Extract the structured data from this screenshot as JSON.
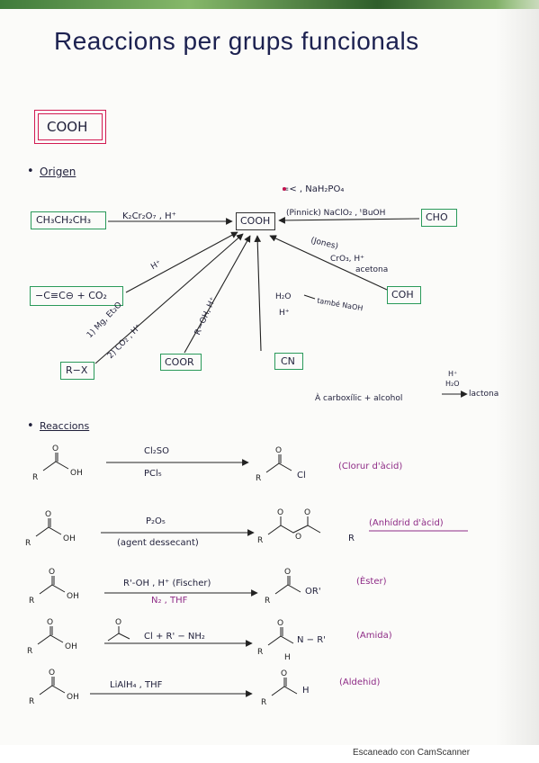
{
  "title": "Reaccions per grups funcionals",
  "group_label": "COOH",
  "origin": {
    "heading": "Origen",
    "product": "COOH",
    "sources": {
      "alkane": "CH₃CH₂CH₃",
      "alkane_reagent": "K₂Cr₂O₇ ,  H⁺",
      "aldehyde": "CHO",
      "aldehyde_top": "=<  ,  NaH₂PO₄",
      "aldehyde_reagent": "(Pinnick) NaClO₂ , ᵗBuOH",
      "alcohol": "COH",
      "alcohol_note": "(Jones)",
      "alcohol_reagent_1": "CrO₃, H⁺",
      "alcohol_reagent_2": "acetona",
      "acetylide": "−C≡C⊖ + CO₂",
      "acetylide_reagent": "H⁺",
      "halide": "R−X",
      "halide_reagent_1": "1) Mg, Et₂O",
      "halide_reagent_2": "2) CO₂ , H⁺",
      "ester": "COOR",
      "ester_reagent": "R−OH, H⁺",
      "nitrile": "CN",
      "nitrile_reagent_1": "H₂O",
      "nitrile_reagent_2": "H⁺",
      "nitrile_note": "també NaOH"
    },
    "lactone": {
      "left": "À carboxílic + alcohol",
      "top1": "H⁺",
      "top2": "H₂O",
      "right": "lactona"
    }
  },
  "reactions": {
    "heading": "Reaccions",
    "items": [
      {
        "above": "Cl₂SO",
        "below": "PCl₅",
        "product_label": "Cl",
        "note": "(Clorur d'àcid)"
      },
      {
        "above": "P₂O₅",
        "below": "(agent dessecant)",
        "product_label": "R",
        "note": "(Anhídrid d'àcid)"
      },
      {
        "above": "R'-OH ,  H⁺ (Fischer)",
        "below": "N₂ , THF",
        "product_label": "OR'",
        "note": "(Èster)"
      },
      {
        "above": "Cl  +  R' − NH₂",
        "below": "",
        "product_label": "N − R'",
        "note": "(Amida)"
      },
      {
        "above": "LiAlH₄ ,   THF",
        "below": "",
        "product_label": "H",
        "note": "(Aldehid)"
      }
    ]
  },
  "scanner_watermark": "Escaneado con CamScanner",
  "colors": {
    "ink": "#1f1f3a",
    "green_box": "#2a9a5a",
    "red_box": "#d21a52",
    "note_purple": "#8e2b86"
  }
}
